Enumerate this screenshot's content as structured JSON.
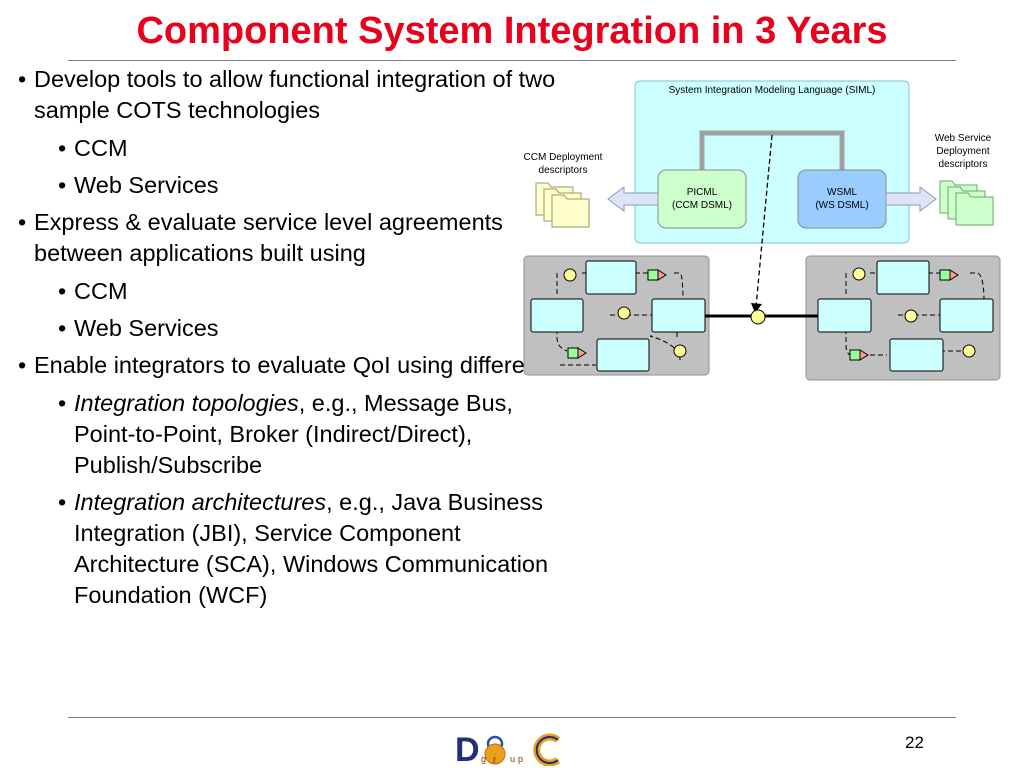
{
  "slide": {
    "title": "Component System Integration in 3 Years",
    "page_number": "22"
  },
  "bullets": [
    {
      "level": 1,
      "parts": [
        {
          "text": "Develop tools to allow functional integration of two sample COTS technologies",
          "italic": false
        }
      ]
    },
    {
      "level": 2,
      "parts": [
        {
          "text": "CCM",
          "italic": false
        }
      ]
    },
    {
      "level": 2,
      "parts": [
        {
          "text": "Web Services",
          "italic": false
        }
      ]
    },
    {
      "level": 1,
      "parts": [
        {
          "text": "Express & evaluate service level agreements between applications built using",
          "italic": false
        }
      ]
    },
    {
      "level": 2,
      "parts": [
        {
          "text": "CCM",
          "italic": false
        }
      ]
    },
    {
      "level": 2,
      "parts": [
        {
          "text": "Web Services",
          "italic": false
        }
      ]
    },
    {
      "level": 1,
      "parts": [
        {
          "text": "Enable integrators to evaluate QoI using different",
          "italic": false
        }
      ]
    },
    {
      "level": 2,
      "parts": [
        {
          "text": "Integration topologies",
          "italic": true
        },
        {
          "text": ", e.g., Message Bus, Point-to-Point, Broker (Indirect/Direct), Publish/Subscribe",
          "italic": false
        }
      ]
    },
    {
      "level": 2,
      "parts": [
        {
          "text": "Integration architectures",
          "italic": true
        },
        {
          "text": ", e.g., Java Business Integration (JBI), Service Component Architecture (SCA), Windows Communication Foundation (WCF)",
          "italic": false
        }
      ]
    }
  ],
  "diagram": {
    "siml_label": "System Integration Modeling Language (SIML)",
    "picml_line1": "PICML",
    "picml_line2": "(CCM  DSML)",
    "wsml_line1": "WSML",
    "wsml_line2": "(WS  DSML)",
    "ccm_desc_line1": "CCM Deployment",
    "ccm_desc_line2": "descriptors",
    "ws_desc_line1": "Web Service",
    "ws_desc_line2": "Deployment",
    "ws_desc_line3": "descriptors"
  },
  "logo": {
    "text": "DOC group"
  },
  "colors": {
    "title": "#e8001c",
    "siml_fill": "#ccffff",
    "picml_fill": "#ccffcc",
    "wsml_fill": "#99ccff",
    "panel_fill": "#c0c0c0"
  }
}
